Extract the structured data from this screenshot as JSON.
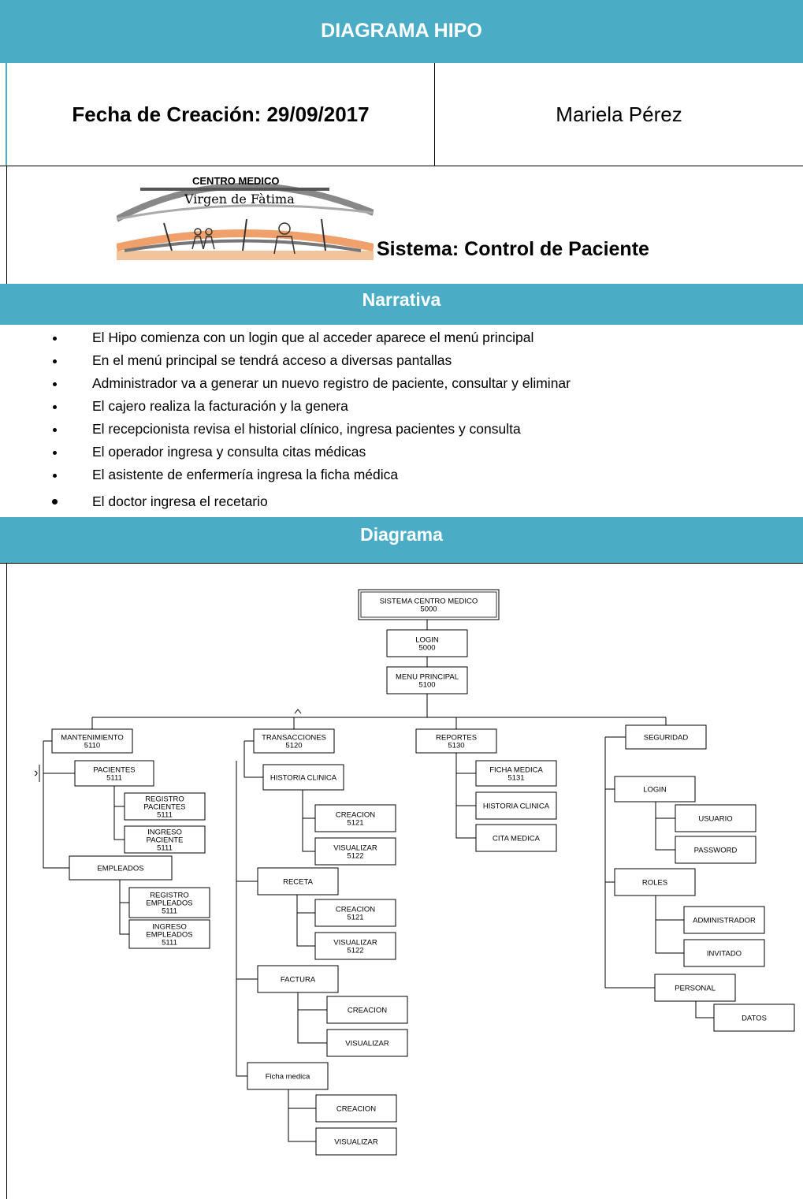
{
  "header": {
    "title": "DIAGRAMA HIPO"
  },
  "info": {
    "fecha": "Fecha de Creación: 29/09/2017",
    "autor": "Mariela Pérez"
  },
  "logo": {
    "line1": "CENTRO MEDICO",
    "line2": "Virgen de Fàtima"
  },
  "sistema": "Sistema: Control de Paciente",
  "narrativa": {
    "title": "Narrativa",
    "items": [
      "El Hipo comienza con un login que al acceder aparece el menú principal",
      "En el menú principal se tendrá acceso a diversas pantallas",
      "Administrador va a generar un nuevo registro de paciente, consultar y eliminar",
      "El cajero realiza la facturación y la genera",
      "El recepcionista revisa el historial clínico, ingresa pacientes y consulta",
      "El operador ingresa y consulta citas médicas",
      "El asistente de enfermería ingresa la ficha médica",
      "El doctor ingresa el recetario"
    ]
  },
  "diagrama": {
    "title": "Diagrama",
    "nodes": {
      "root": [
        "SISTEMA CENTRO MEDICO",
        "5000"
      ],
      "login": [
        "LOGIN",
        "5000"
      ],
      "menu": [
        "MENU PRINCIPAL",
        "5100"
      ],
      "mant": [
        "MANTENIMIENTO",
        "5110"
      ],
      "pacientes": [
        "PACIENTES",
        "5111"
      ],
      "reg_pac": [
        "REGISTRO",
        "PACIENTES",
        "5111"
      ],
      "ing_pac": [
        "INGRESO",
        "PACIENTE",
        "5111"
      ],
      "empleados": [
        "EMPLEADOS"
      ],
      "reg_emp": [
        "REGISTRO",
        "EMPLEADOS",
        "5111"
      ],
      "ing_emp": [
        "INGRESO",
        "EMPLEADOS",
        "5111"
      ],
      "trans": [
        "TRANSACCIONES",
        "5120"
      ],
      "hist": [
        "HISTORIA CLINICA"
      ],
      "hist_crea": [
        "CREACION",
        "5121"
      ],
      "hist_vis": [
        "VISUALIZAR",
        "5122"
      ],
      "receta": [
        "RECETA"
      ],
      "rec_crea": [
        "CREACION",
        "5121"
      ],
      "rec_vis": [
        "VISUALIZAR",
        "5122"
      ],
      "factura": [
        "FACTURA"
      ],
      "fac_crea": [
        "CREACION"
      ],
      "fac_vis": [
        "VISUALIZAR"
      ],
      "ficha": [
        "Ficha medica"
      ],
      "fic_crea": [
        "CREACION"
      ],
      "fic_vis": [
        "VISUALIZAR"
      ],
      "rep": [
        "REPORTES",
        "5130"
      ],
      "rep_ficha": [
        "FICHA MEDICA",
        "5131"
      ],
      "rep_hist": [
        "HISTORIA CLINICA"
      ],
      "rep_cita": [
        "CITA MEDICA"
      ],
      "seg": [
        "SEGURIDAD"
      ],
      "seg_login": [
        "LOGIN"
      ],
      "usuario": [
        "USUARIO"
      ],
      "password": [
        "PASSWORD"
      ],
      "roles": [
        "ROLES"
      ],
      "admin": [
        "ADMINISTRADOR"
      ],
      "invitado": [
        "INVITADO"
      ],
      "personal": [
        "PERSONAL"
      ],
      "datos": [
        "DATOS"
      ]
    }
  }
}
